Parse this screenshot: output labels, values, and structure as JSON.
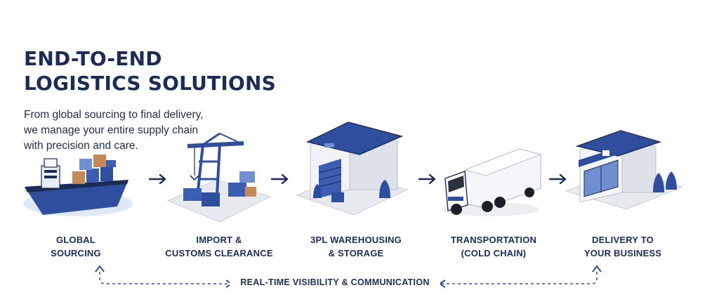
{
  "header": {
    "title_line1": "END-TO-END",
    "title_line2": "LOGISTICS SOLUTIONS",
    "subtitle_line1": "From global sourcing to final delivery,",
    "subtitle_line2": "we manage your entire supply chain",
    "subtitle_line3": "with precision and care."
  },
  "stages": [
    {
      "line1": "GLOBAL",
      "line2": "SOURCING",
      "icon": "cargo-ship-icon"
    },
    {
      "line1": "IMPORT &",
      "line2": "CUSTOMS CLEARANCE",
      "icon": "port-crane-icon"
    },
    {
      "line1": "3PL WAREHOUSING",
      "line2": "& STORAGE",
      "icon": "warehouse-icon"
    },
    {
      "line1": "TRANSPORTATION",
      "line2": "(COLD CHAIN)",
      "icon": "truck-icon"
    },
    {
      "line1": "DELIVERY TO",
      "line2": "YOUR BUSINESS",
      "icon": "storefront-icon"
    }
  ],
  "feedback_loop": {
    "label": "REAL-TIME VISIBILITY & COMMUNICATION"
  },
  "colors": {
    "navy": "#1b2d57",
    "blue": "#2f4f9e",
    "light_blue": "#6f8fd0",
    "gray": "#e6e9ee"
  }
}
